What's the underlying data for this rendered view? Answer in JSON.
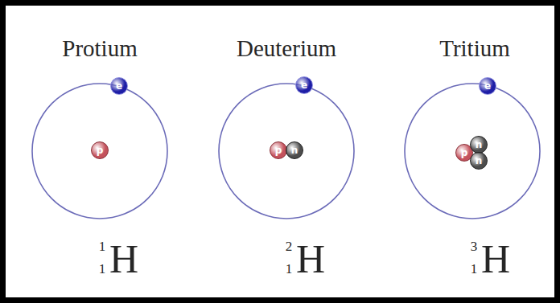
{
  "diagram": {
    "nodes": [
      {
        "text": [
          "e"
        ]
      },
      {
        "text": [
          "p"
        ]
      },
      {
        "text": [
          "e"
        ]
      },
      {
        "text": [
          "p"
        ]
      },
      {
        "text": [
          "n"
        ]
      },
      {
        "text": [
          "e"
        ]
      },
      {
        "text": [
          "p"
        ]
      },
      {
        "text": [
          "n"
        ]
      },
      {
        "text": [
          "n"
        ]
      }
    ],
    "labels": [
      "Protium",
      "Deuterium",
      "Tritium",
      "1",
      "1",
      "H",
      "2",
      "1",
      "H",
      "3",
      "1",
      "H"
    ]
  }
}
